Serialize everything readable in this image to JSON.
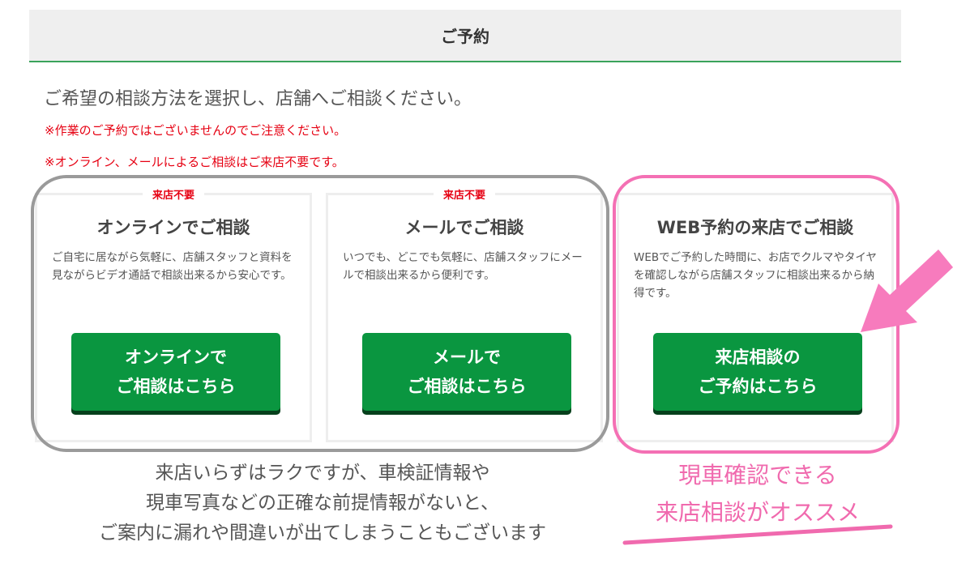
{
  "header": {
    "title": "ご予約"
  },
  "intro": "ご希望の相談方法を選択し、店舗へご相談ください。",
  "notes": [
    "※作業のご予約ではございませんのでご注意ください。",
    "※オンライン、メールによるご相談はご来店不要です。"
  ],
  "cards": [
    {
      "badge": "来店不要",
      "title": "オンラインでご相談",
      "desc": "ご自宅に居ながら気軽に、店舗スタッフと資料を見ながらビデオ通話で相談出来るから安心です。",
      "button": [
        "オンラインで",
        "ご相談はこちら"
      ]
    },
    {
      "badge": "来店不要",
      "title": "メールでご相談",
      "desc": "いつでも、どこでも気軽に、店舗スタッフにメールで相談出来るから便利です。",
      "button": [
        "メールで",
        "ご相談はこちら"
      ]
    },
    {
      "title": "WEB予約の来店でご相談",
      "desc": "WEBでご予約した時間に、お店でクルマやタイヤを確認しながら店舗スタッフに相談出来るから納得です。",
      "button": [
        "来店相談の",
        "ご予約はこちら"
      ]
    }
  ],
  "annotations": {
    "gray_note": [
      "来店いらずはラクですが、車検証情報や",
      "現車写真などの正確な前提情報がないと、",
      "ご案内に漏れや間違いが出てしまうこともございます"
    ],
    "pink_note": [
      "現車確認できる",
      "来店相談がオススメ"
    ],
    "pink_color": "#f06aae"
  }
}
